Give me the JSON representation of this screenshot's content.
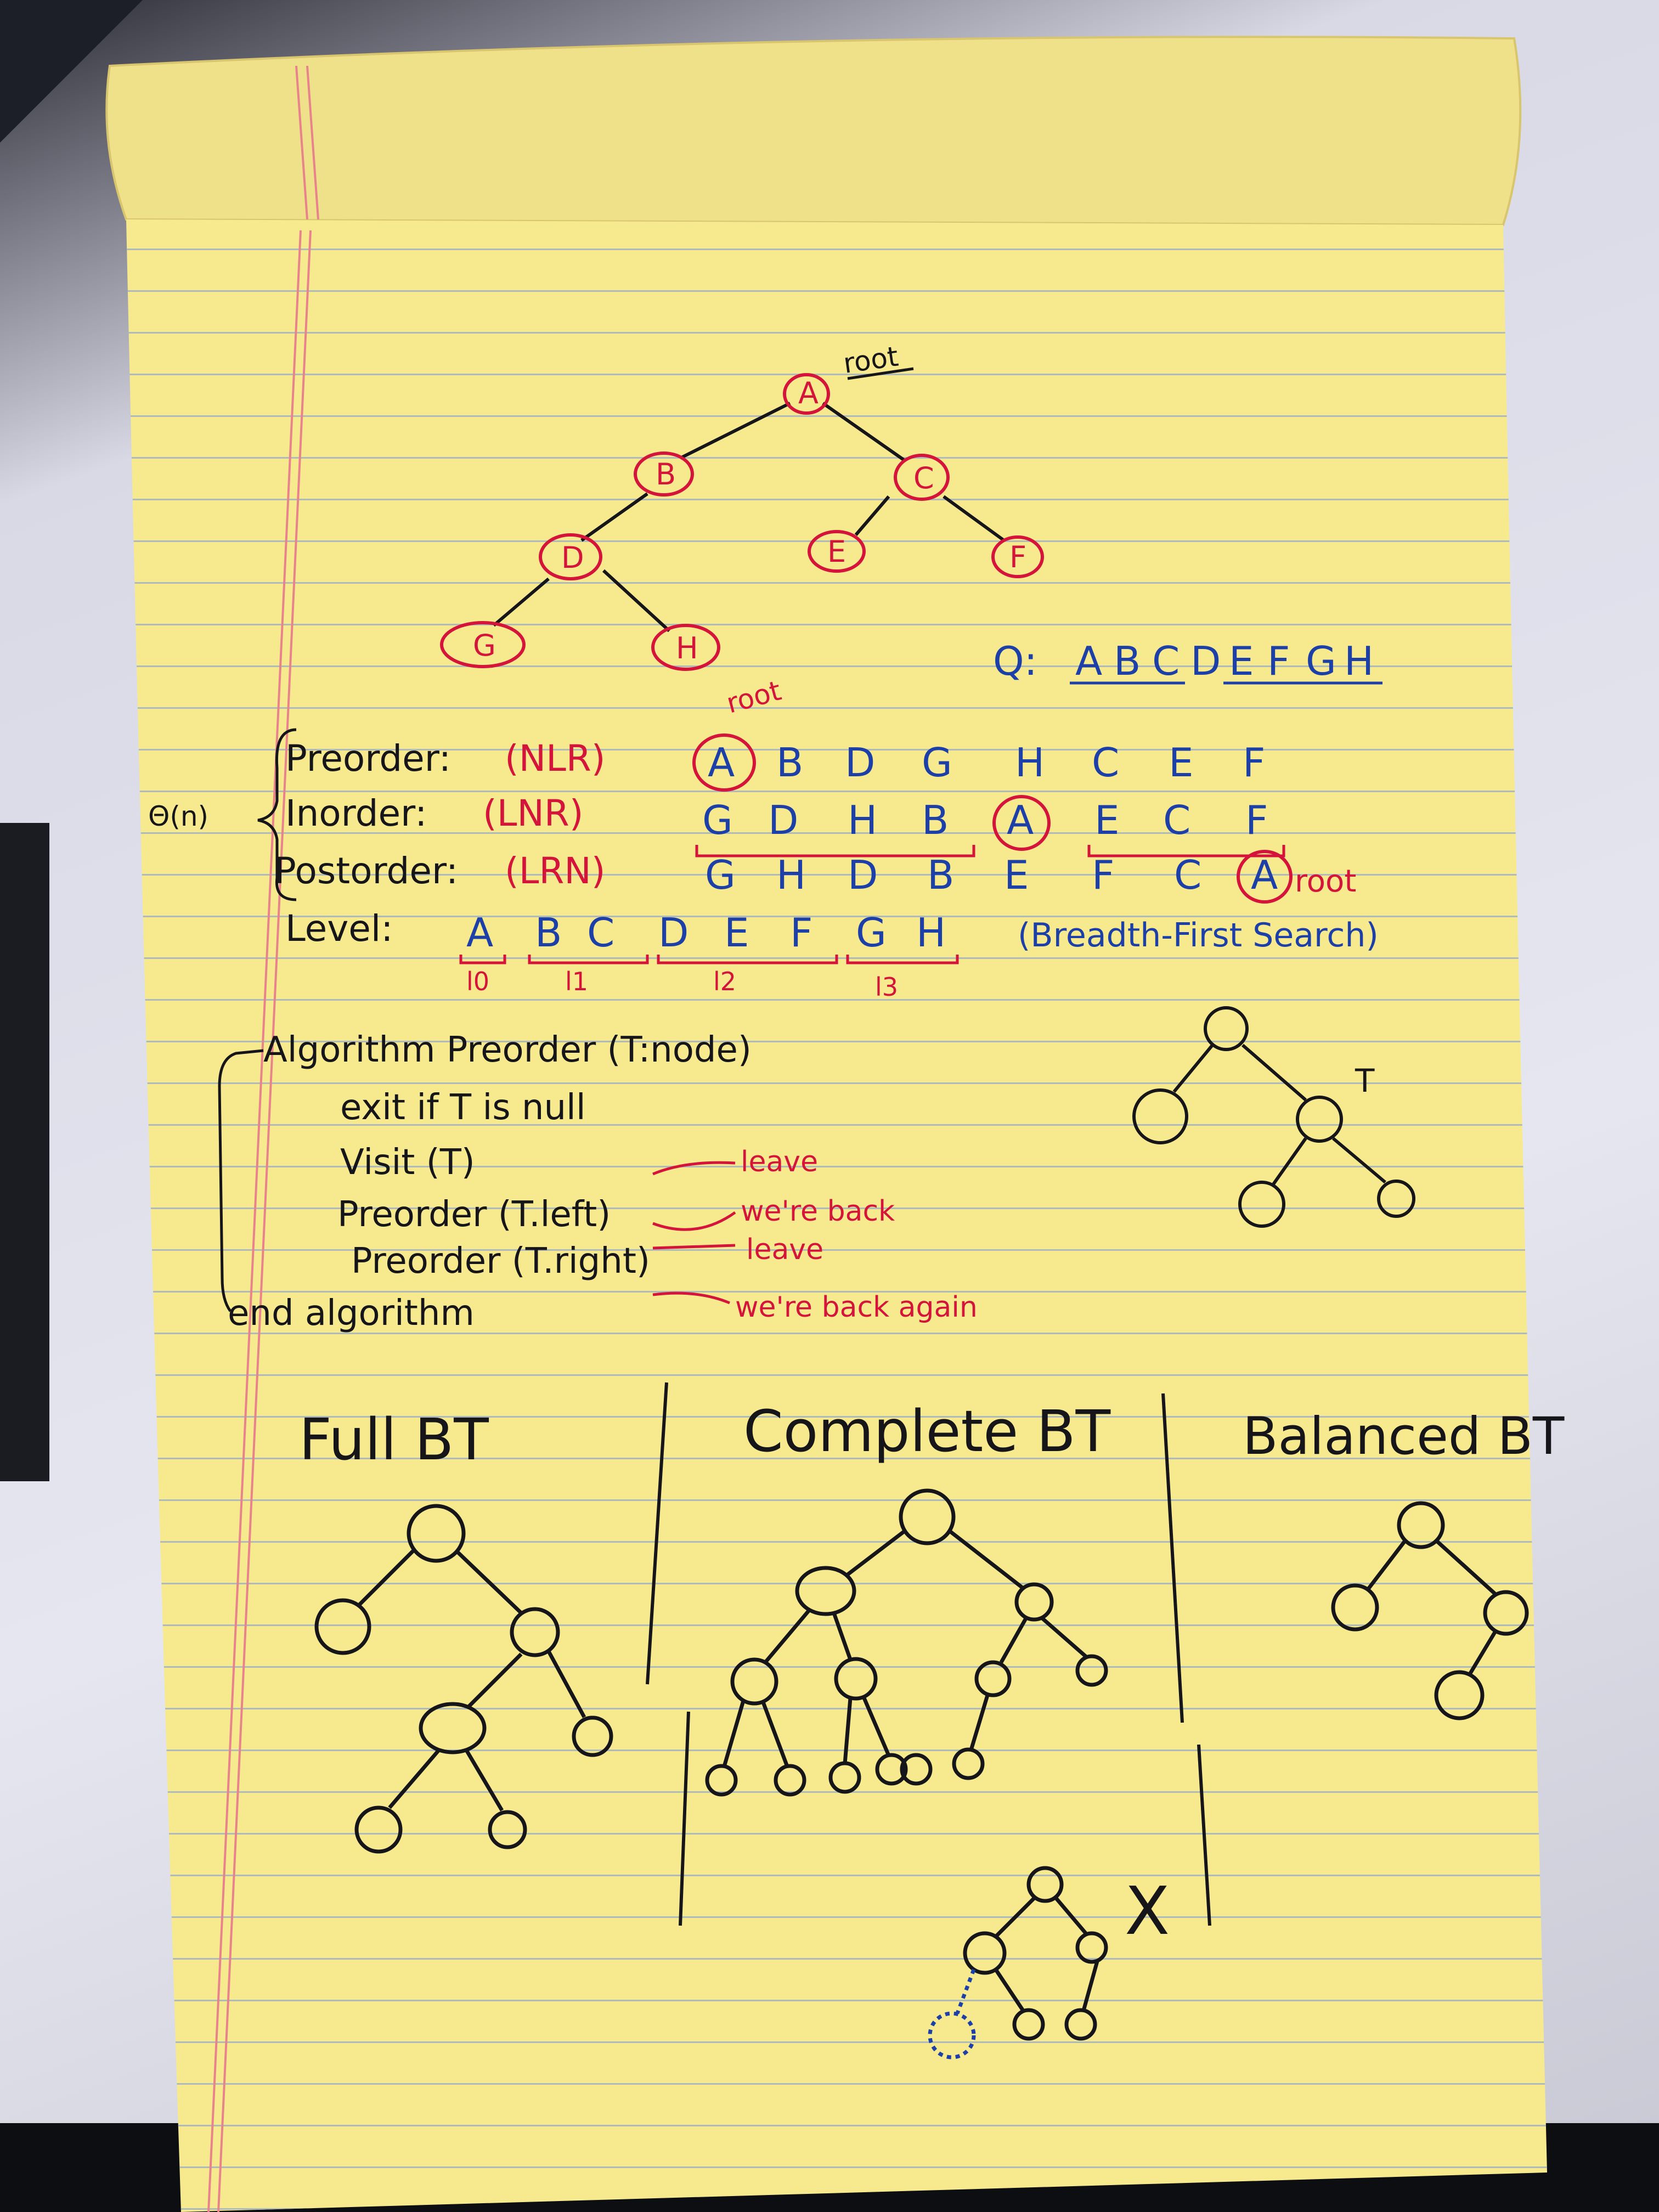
{
  "tree": {
    "nodes": [
      "A",
      "B",
      "C",
      "D",
      "E",
      "F",
      "G",
      "H"
    ],
    "root_label": "root"
  },
  "queue_line": {
    "label": "Q:",
    "items": [
      "A",
      "B",
      "C",
      "D",
      "E",
      "F",
      "G",
      "H"
    ]
  },
  "traversals": {
    "theta": "Θ(n)",
    "root_note": "root",
    "preorder": {
      "label": "Preorder:",
      "code": "(NLR)",
      "seq": [
        "A",
        "B",
        "D",
        "G",
        "H",
        "C",
        "E",
        "F"
      ]
    },
    "inorder": {
      "label": "Inorder:",
      "code": "(LNR)",
      "seq": [
        "G",
        "D",
        "H",
        "B",
        "A",
        "E",
        "C",
        "F"
      ]
    },
    "postorder": {
      "label": "Postorder:",
      "code": "(LRN)",
      "seq": [
        "G",
        "H",
        "D",
        "B",
        "E",
        "F",
        "C",
        "A"
      ],
      "root_note": "root"
    },
    "level": {
      "label": "Level:",
      "seq": [
        "A",
        "B",
        "C",
        "D",
        "E",
        "F",
        "G",
        "H"
      ],
      "note": "(Breadth-First Search)",
      "levels": [
        "l0",
        "l1",
        "l2",
        "l3"
      ]
    }
  },
  "algorithm": {
    "lines": [
      "Algorithm Preorder (T:node)",
      "exit if T is null",
      "Visit (T)",
      "Preorder (T.left)",
      "Preorder (T.right)",
      "end algorithm"
    ],
    "notes": [
      "leave",
      "we're back",
      "leave",
      "we're back again"
    ],
    "t_label": "T"
  },
  "bt_types": {
    "full": "Full BT",
    "complete": "Complete BT",
    "balanced": "Balanced BT",
    "cross": "X"
  },
  "colors": {
    "red": "#d4143a",
    "blue": "#1c3fa8",
    "black": "#16161a",
    "paper": "#f7ea8e",
    "rule": "#a9b8c2"
  }
}
